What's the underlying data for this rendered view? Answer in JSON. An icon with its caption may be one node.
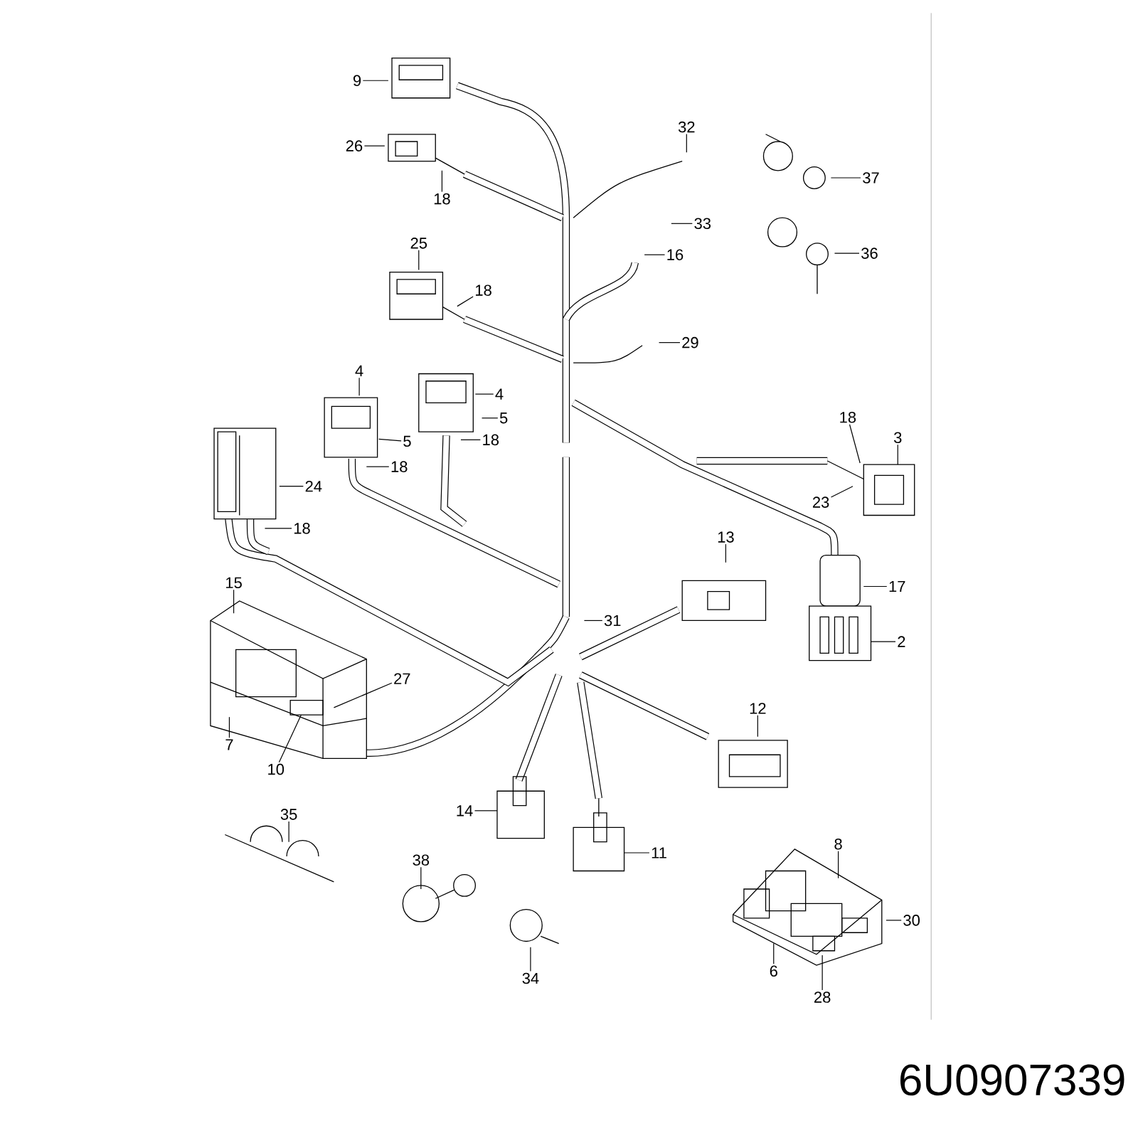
{
  "diagram": {
    "nodes": [
      {
        "text": [
          "9"
        ]
      },
      {
        "text": [
          "26"
        ]
      },
      {
        "text": [
          "18"
        ]
      },
      {
        "text": [
          "32"
        ]
      },
      {
        "text": [
          "37"
        ]
      },
      {
        "text": [
          "33"
        ]
      },
      {
        "text": [
          "16"
        ]
      },
      {
        "text": [
          "36"
        ]
      },
      {
        "text": [
          "25"
        ]
      },
      {
        "text": [
          "18"
        ]
      },
      {
        "text": [
          "29"
        ]
      },
      {
        "text": [
          "4"
        ]
      },
      {
        "text": [
          "4"
        ]
      },
      {
        "text": [
          "5"
        ]
      },
      {
        "text": [
          "5"
        ]
      },
      {
        "text": [
          "18"
        ]
      },
      {
        "text": [
          "18"
        ]
      },
      {
        "text": [
          "24"
        ]
      },
      {
        "text": [
          "18"
        ]
      },
      {
        "text": [
          "18"
        ]
      },
      {
        "text": [
          "3"
        ]
      },
      {
        "text": [
          "23"
        ]
      },
      {
        "text": [
          "13"
        ]
      },
      {
        "text": [
          "17"
        ]
      },
      {
        "text": [
          "31"
        ]
      },
      {
        "text": [
          "2"
        ]
      },
      {
        "text": [
          "15"
        ]
      },
      {
        "text": [
          "27"
        ]
      },
      {
        "text": [
          "7"
        ]
      },
      {
        "text": [
          "10"
        ]
      },
      {
        "text": [
          "12"
        ]
      },
      {
        "text": [
          "14"
        ]
      },
      {
        "text": [
          "11"
        ]
      },
      {
        "text": [
          "35"
        ]
      },
      {
        "text": [
          "38"
        ]
      },
      {
        "text": [
          "8"
        ]
      },
      {
        "text": [
          "30"
        ]
      },
      {
        "text": [
          "34"
        ]
      },
      {
        "text": [
          "6"
        ]
      },
      {
        "text": [
          "28"
        ]
      }
    ],
    "edges": [
      {
        "from": 0,
        "to": null,
        "arrow": "none"
      },
      {
        "from": 1,
        "to": null,
        "arrow": "none"
      },
      {
        "from": 2,
        "to": null,
        "arrow": "none"
      },
      {
        "from": 3,
        "to": null,
        "arrow": "none"
      },
      {
        "from": 4,
        "to": null,
        "arrow": "none"
      },
      {
        "from": 5,
        "to": null,
        "arrow": "none"
      },
      {
        "from": 6,
        "to": null,
        "arrow": "none"
      },
      {
        "from": 7,
        "to": null,
        "arrow": "none"
      },
      {
        "from": 8,
        "to": null,
        "arrow": "none"
      },
      {
        "from": 9,
        "to": null,
        "arrow": "none"
      },
      {
        "from": 10,
        "to": null,
        "arrow": "none"
      },
      {
        "from": 11,
        "to": null,
        "arrow": "none"
      },
      {
        "from": 12,
        "to": null,
        "arrow": "none"
      },
      {
        "from": 13,
        "to": null,
        "arrow": "none"
      },
      {
        "from": 14,
        "to": null,
        "arrow": "none"
      },
      {
        "from": 15,
        "to": null,
        "arrow": "none"
      },
      {
        "from": 16,
        "to": null,
        "arrow": "none"
      },
      {
        "from": 17,
        "to": null,
        "arrow": "none"
      },
      {
        "from": 18,
        "to": null,
        "arrow": "none"
      },
      {
        "from": 19,
        "to": null,
        "arrow": "none"
      },
      {
        "from": 20,
        "to": null,
        "arrow": "none"
      },
      {
        "from": 21,
        "to": null,
        "arrow": "none"
      },
      {
        "from": 22,
        "to": null,
        "arrow": "none"
      },
      {
        "from": 23,
        "to": null,
        "arrow": "none"
      },
      {
        "from": 24,
        "to": null,
        "arrow": "none"
      },
      {
        "from": 25,
        "to": null,
        "arrow": "none"
      },
      {
        "from": 26,
        "to": null,
        "arrow": "none"
      },
      {
        "from": 27,
        "to": null,
        "arrow": "none"
      },
      {
        "from": 28,
        "to": null,
        "arrow": "none"
      },
      {
        "from": 29,
        "to": null,
        "arrow": "none"
      },
      {
        "from": 30,
        "to": null,
        "arrow": "none"
      },
      {
        "from": 31,
        "to": null,
        "arrow": "none"
      },
      {
        "from": 32,
        "to": null,
        "arrow": "none"
      },
      {
        "from": 33,
        "to": null,
        "arrow": "none"
      },
      {
        "from": 34,
        "to": null,
        "arrow": "none"
      },
      {
        "from": 35,
        "to": null,
        "arrow": "none"
      },
      {
        "from": 36,
        "to": null,
        "arrow": "none"
      },
      {
        "from": 37,
        "to": null,
        "arrow": "none"
      },
      {
        "from": 38,
        "to": null,
        "arrow": "none"
      },
      {
        "from": 39,
        "to": null,
        "arrow": "none"
      }
    ],
    "labels": [
      "6U0907339"
    ]
  }
}
